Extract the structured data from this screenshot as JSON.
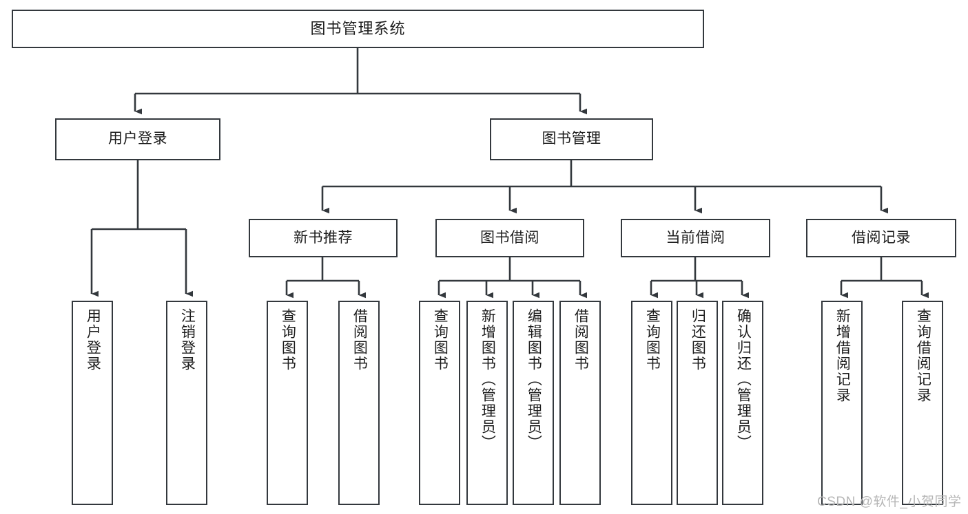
{
  "diagram": {
    "title": "图书管理系统",
    "type": "tree-hierarchy-diagram",
    "orientation": "top-down",
    "watermark": "CSDN @软件_小贺同学",
    "colors": {
      "box_border": "#33383d",
      "box_fill": "#ffffff",
      "connector": "#33383d",
      "text": "#1d1d1d",
      "watermark": "#b6b6b6",
      "background": "#ffffff"
    },
    "nodes": {
      "root": {
        "label": "图书管理系统"
      },
      "level2": [
        {
          "label": "用户登录"
        },
        {
          "label": "图书管理"
        }
      ],
      "level3": [
        {
          "label": "新书推荐"
        },
        {
          "label": "图书借阅"
        },
        {
          "label": "当前借阅"
        },
        {
          "label": "借阅记录"
        }
      ],
      "leaves": {
        "user_login": [
          {
            "label": "用户登录"
          },
          {
            "label": "注销登录"
          }
        ],
        "new_book_recommend": [
          {
            "label": "查询图书"
          },
          {
            "label": "借阅图书"
          }
        ],
        "book_borrow": [
          {
            "label": "查询图书"
          },
          {
            "label": "新增图书（管理员）"
          },
          {
            "label": "编辑图书（管理员）"
          },
          {
            "label": "借阅图书"
          }
        ],
        "current_borrow": [
          {
            "label": "查询图书"
          },
          {
            "label": "归还图书"
          },
          {
            "label": "确认归还（管理员）"
          }
        ],
        "borrow_record": [
          {
            "label": "新增借阅记录"
          },
          {
            "label": "查询借阅记录"
          }
        ]
      }
    }
  }
}
